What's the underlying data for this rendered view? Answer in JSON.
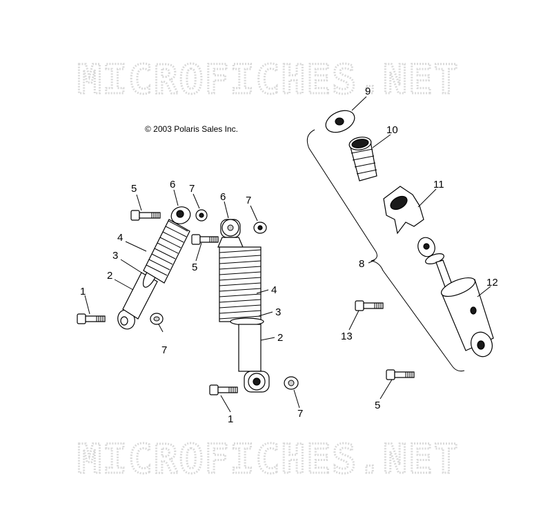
{
  "watermark": "MICROFICHES.NET",
  "copyright": "© 2003 Polaris Sales Inc.",
  "callouts": {
    "c1a": "1",
    "c1b": "1",
    "c2a": "2",
    "c2b": "2",
    "c3a": "3",
    "c3b": "3",
    "c4a": "4",
    "c4b": "4",
    "c5a": "5",
    "c5b": "5",
    "c5c": "5",
    "c6a": "6",
    "c6b": "6",
    "c7a": "7",
    "c7b": "7",
    "c7c": "7",
    "c7d": "7",
    "c8": "8",
    "c9": "9",
    "c10": "10",
    "c11": "11",
    "c12": "12",
    "c13": "13"
  }
}
